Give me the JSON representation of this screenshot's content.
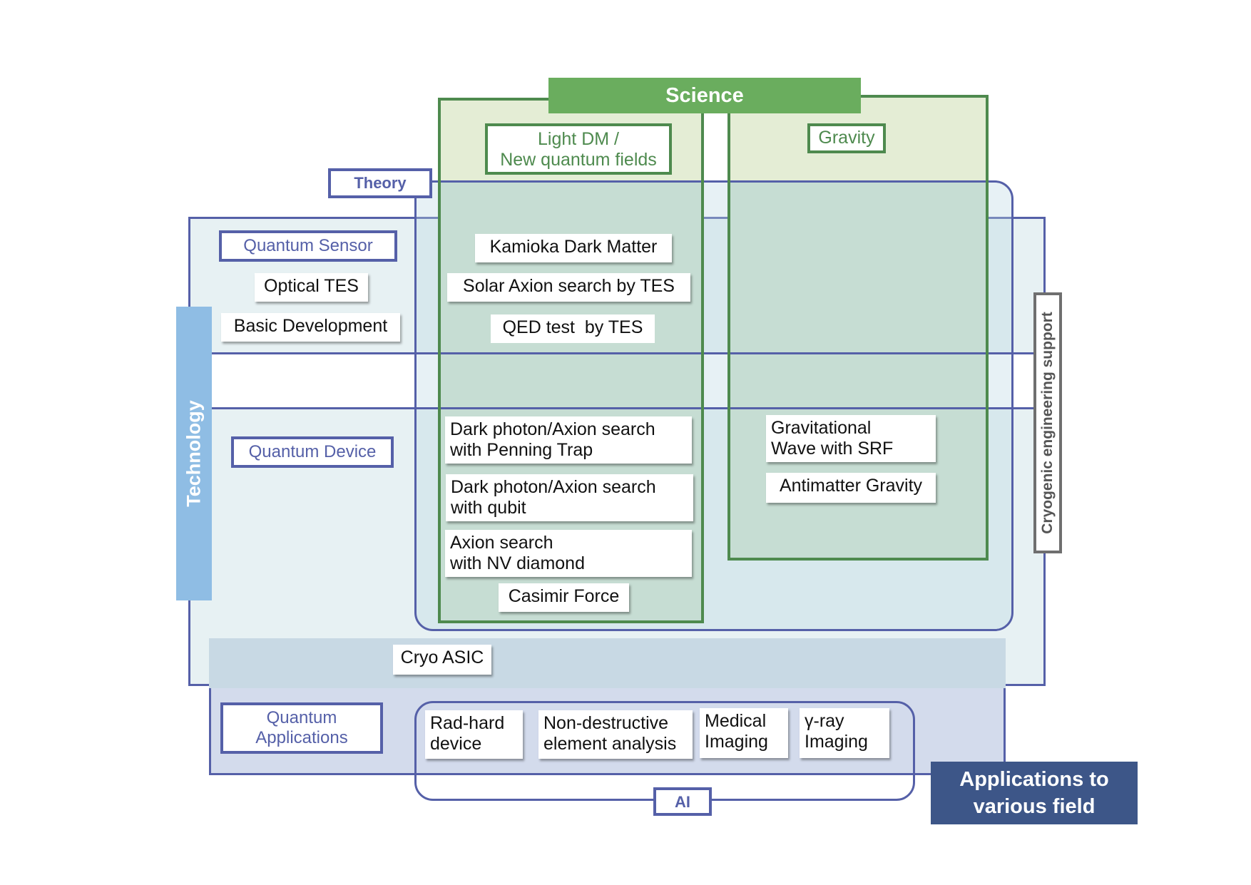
{
  "science": {
    "title": "Science",
    "light_dm": "Light DM /\nNew quantum fields",
    "gravity": "Gravity"
  },
  "technology": {
    "title": "Technology"
  },
  "theory": "Theory",
  "ai": "AI",
  "cryogenic_support": "Cryogenic engineering support",
  "applications_to_various_field": "Applications to\nvarious field",
  "quantum_sensor": {
    "label": "Quantum Sensor",
    "items": [
      "Optical TES",
      "Basic Development"
    ],
    "science_items": [
      "Kamioka Dark Matter",
      "Solar Axion search by TES",
      "QED test  by TES"
    ]
  },
  "quantum_device": {
    "label": "Quantum Device",
    "science_items": [
      "Dark photon/Axion search\nwith Penning Trap",
      "Dark photon/Axion search\nwith qubit",
      "Axion search\nwith NV diamond",
      "Casimir Force"
    ],
    "gravity_items": [
      "Gravitational\nWave with SRF",
      "Antimatter Gravity"
    ]
  },
  "cryo_asic": "Cryo ASIC",
  "quantum_applications": {
    "label": "Quantum\nApplications",
    "items": [
      "Rad-hard\ndevice",
      "Non-destructive\nelement analysis",
      "Medical\nImaging",
      "γ-ray\nImaging"
    ]
  }
}
